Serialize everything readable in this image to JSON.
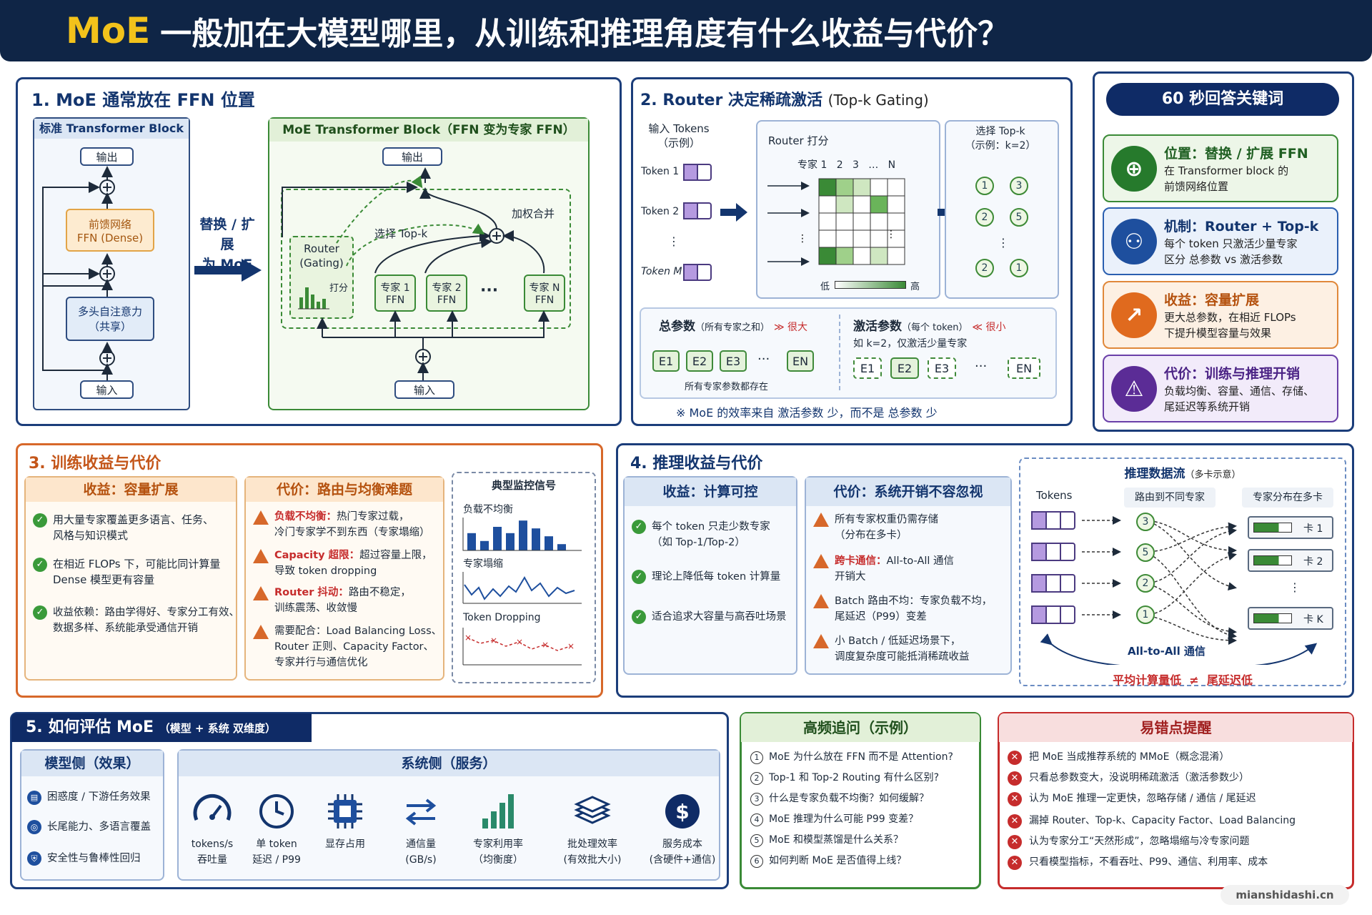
{
  "header": {
    "moe": "MoE",
    "title": "一般加在大模型哪里，从训练和推理角度有什么收益与代价？"
  },
  "p1": {
    "title": "1. MoE 通常放在 FFN 位置",
    "std": {
      "title": "标准 Transformer Block",
      "out": "输出",
      "ffn": "前馈网络\nFFN (Dense)",
      "attn": "多头自注意力\n（共享）",
      "in": "输入"
    },
    "arrow": "替换 / 扩展\n为 MoE",
    "moe": {
      "title": "MoE Transformer Block（FFN 变为专家 FFN）",
      "out": "输出",
      "router": "Router\n(Gating)",
      "score": "打分",
      "topk": "选择 Top-k",
      "merge": "加权合并",
      "e1": "专家 1\nFFN",
      "e2": "专家 2\nFFN",
      "eN": "专家 N\nFFN",
      "dots": "···",
      "in": "输入"
    }
  },
  "p2": {
    "title": "2. Router 决定稀疏激活",
    "sub": "(Top-k Gating)",
    "input": "输入 Tokens\n（示例）",
    "t1": "Token 1",
    "t2": "Token 2",
    "tM": "Token M",
    "score_title": "Router 打分",
    "expert_head": "专家 1   2   3   …   N",
    "low": "低",
    "high": "高",
    "sel_title": "选择 Top-k\n（示例：k=2）",
    "sel": [
      "1",
      "3",
      "2",
      "5",
      "2",
      "1"
    ],
    "total": {
      "label": "总参数",
      "note": "（所有专家之和）",
      "big": "≫ 很大",
      "foot": "所有专家参数都存在",
      "chips": [
        "E1",
        "E2",
        "E3",
        "EN"
      ]
    },
    "active": {
      "label": "激活参数",
      "note": "（每个 token）",
      "small": "≪ 很小",
      "desc": "如 k=2，仅激活少量专家",
      "chips": [
        "E1",
        "E2",
        "E3",
        "EN"
      ]
    },
    "footer": "※ MoE 的效率来自 激活参数 少，而不是 总参数 少"
  },
  "kw": {
    "title": "60 秒回答关键词",
    "items": [
      {
        "t": "位置：替换 / 扩展 FFN",
        "d": "在 Transformer block 的\n前馈网络位置",
        "icon": "target-icon"
      },
      {
        "t": "机制：Router + Top-k",
        "d": "每个 token 只激活少量专家\n区分 总参数 vs 激活参数",
        "icon": "network-icon"
      },
      {
        "t": "收益：容量扩展",
        "d": "更大总参数，在相近 FLOPs\n下提升模型容量与效果",
        "icon": "growth-icon"
      },
      {
        "t": "代价：训练与推理开销",
        "d": "负载均衡、容量、通信、存储、\n尾延迟等系统开销",
        "icon": "warning-icon"
      }
    ]
  },
  "p3": {
    "title": "3. 训练收益与代价",
    "gain": {
      "title": "收益：容量扩展",
      "items": [
        "用大量专家覆盖更多语言、任务、\n风格与知识模式",
        "在相近 FLOPs 下，可能比同计算量\nDense 模型更有容量",
        "收益依赖：路由学得好、专家分工有效、\n数据多样、系统能承受通信开销"
      ]
    },
    "cost": {
      "title": "代价：路由与均衡难题",
      "items": [
        {
          "k": "负载不均衡：",
          "v": "热门专家过载，\n冷门专家学不到东西（专家塌缩）"
        },
        {
          "k": "Capacity 超限：",
          "v": "超过容量上限，\n导致 token dropping"
        },
        {
          "k": "Router 抖动：",
          "v": "路由不稳定，\n训练震荡、收敛慢"
        },
        {
          "k": "",
          "v": "需要配合：Load Balancing Loss、\nRouter 正则、Capacity Factor、\n专家并行与通信优化"
        }
      ]
    },
    "mon": {
      "title": "典型监控信号",
      "s1": "负载不均衡",
      "s2": "专家塌缩",
      "s3": "Token Dropping",
      "bars": [
        0.55,
        0.3,
        0.75,
        0.55,
        0.95,
        0.7,
        0.45,
        0.2
      ]
    }
  },
  "p4": {
    "title": "4. 推理收益与代价",
    "gain": {
      "title": "收益：计算可控",
      "items": [
        "每个 token 只走少数专家\n（如 Top-1/Top-2）",
        "理论上降低每 token 计算量",
        "适合追求大容量与高吞吐场景"
      ]
    },
    "cost": {
      "title": "代价：系统开销不容忽视",
      "items": [
        {
          "k": "",
          "v": "所有专家权重仍需存储\n（分布在多卡）"
        },
        {
          "k": "跨卡通信：",
          "v": "All-to-All 通信\n开销大"
        },
        {
          "k": "",
          "v": "Batch 路由不均：专家负载不均，\n尾延迟（P99）变差"
        },
        {
          "k": "",
          "v": "小 Batch / 低延迟场景下，\n调度复杂度可能抵消稀疏收益"
        }
      ]
    },
    "flow": {
      "title": "推理数据流",
      "sub": "（多卡示意）",
      "c1": "Tokens",
      "c2": "路由到不同专家",
      "c3": "专家分布在多卡",
      "route": [
        "3",
        "5",
        "2",
        "1"
      ],
      "cards": [
        "卡 1",
        "卡 2",
        "卡 K"
      ],
      "a2a": "All-to-All 通信",
      "foot": "平均计算量低  ≠  尾延迟低"
    }
  },
  "p5": {
    "title": "5. 如何评估 MoE",
    "sub": "（模型 + 系统 双维度）",
    "model": {
      "title": "模型侧（效果）",
      "items": [
        "困惑度 / 下游任务效果",
        "长尾能力、多语言覆盖",
        "安全性与鲁棒性回归"
      ]
    },
    "sys": {
      "title": "系统侧（服务）",
      "items": [
        "tokens/s\n吞吐量",
        "单 token\n延迟 / P99",
        "显存占用",
        "通信量\n(GB/s)",
        "专家利用率\n（均衡度）",
        "批处理效率\n(有效批大小)",
        "服务成本\n(含硬件+通信)"
      ]
    }
  },
  "fq": {
    "title": "高频追问（示例）",
    "items": [
      "MoE 为什么放在 FFN 而不是 Attention?",
      "Top-1 和 Top-2 Routing 有什么区别?",
      "什么是专家负载不均衡？如何缓解？",
      "MoE 推理为什么可能 P99 变差？",
      "MoE 和模型蒸馏是什么关系？",
      "如何判断 MoE 是否值得上线？"
    ],
    "nums": [
      "1",
      "2",
      "3",
      "4",
      "5",
      "6"
    ]
  },
  "err": {
    "title": "易错点提醒",
    "items": [
      "把 MoE 当成推荐系统的 MMoE（概念混淆）",
      "只看总参数变大，没说明稀疏激活（激活参数少）",
      "认为 MoE 推理一定更快，忽略存储 / 通信 / 尾延迟",
      "漏掉 Router、Top-k、Capacity Factor、Load Balancing",
      "认为专家分工“天然形成”，忽略塌缩与冷专家问题",
      "只看模型指标，不看吞吐、P99、通信、利用率、成本"
    ]
  },
  "watermark": "mianshidashi.cn",
  "colors": {
    "navy": "#0f2546",
    "gold": "#f2c21b",
    "green": "#3a8a36",
    "orange": "#d7682a",
    "red": "#c62c2c"
  }
}
